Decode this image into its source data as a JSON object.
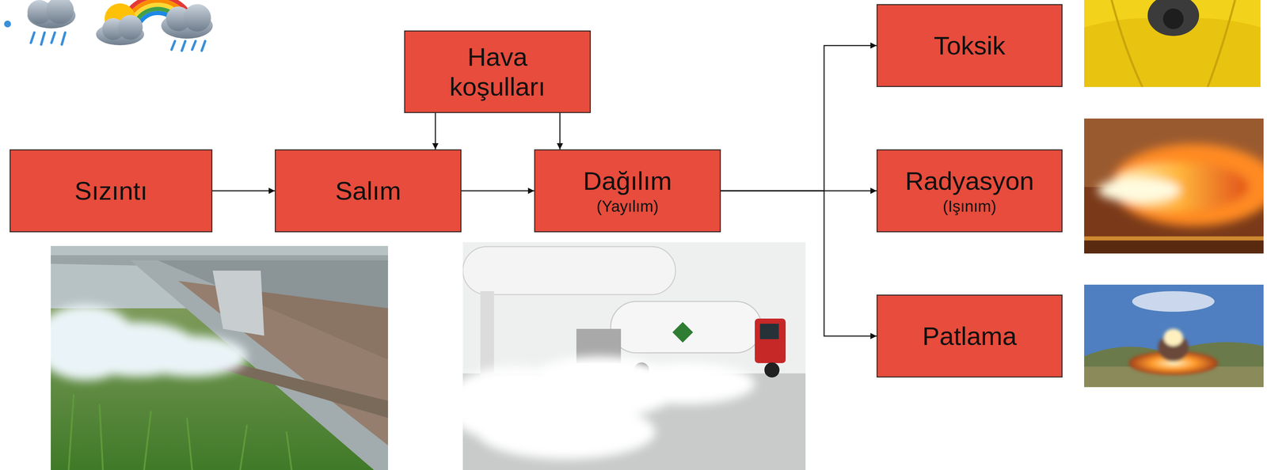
{
  "diagram": {
    "nodes": [
      {
        "text": [
          "Sızıntı"
        ]
      },
      {
        "text": [
          "Salım"
        ]
      },
      {
        "text": [
          "Hava koşulları"
        ]
      },
      {
        "text": [
          "Dağılım",
          "(Yayılım)"
        ]
      },
      {
        "text": [
          "Toksik"
        ]
      },
      {
        "text": [
          "Radyasyon",
          "(Işınım)"
        ]
      },
      {
        "text": [
          "Patlama"
        ]
      }
    ],
    "edges": [
      {
        "from": 0,
        "to": 1,
        "arrow": "to"
      },
      {
        "from": 1,
        "to": 3,
        "arrow": "to"
      },
      {
        "from": 2,
        "to": 1,
        "arrow": "to"
      },
      {
        "from": 2,
        "to": 3,
        "arrow": "to"
      },
      {
        "from": 3,
        "to": 4,
        "arrow": "to"
      },
      {
        "from": 3,
        "to": 5,
        "arrow": "to"
      },
      {
        "from": 3,
        "to": 6,
        "arrow": "to"
      }
    ]
  }
}
